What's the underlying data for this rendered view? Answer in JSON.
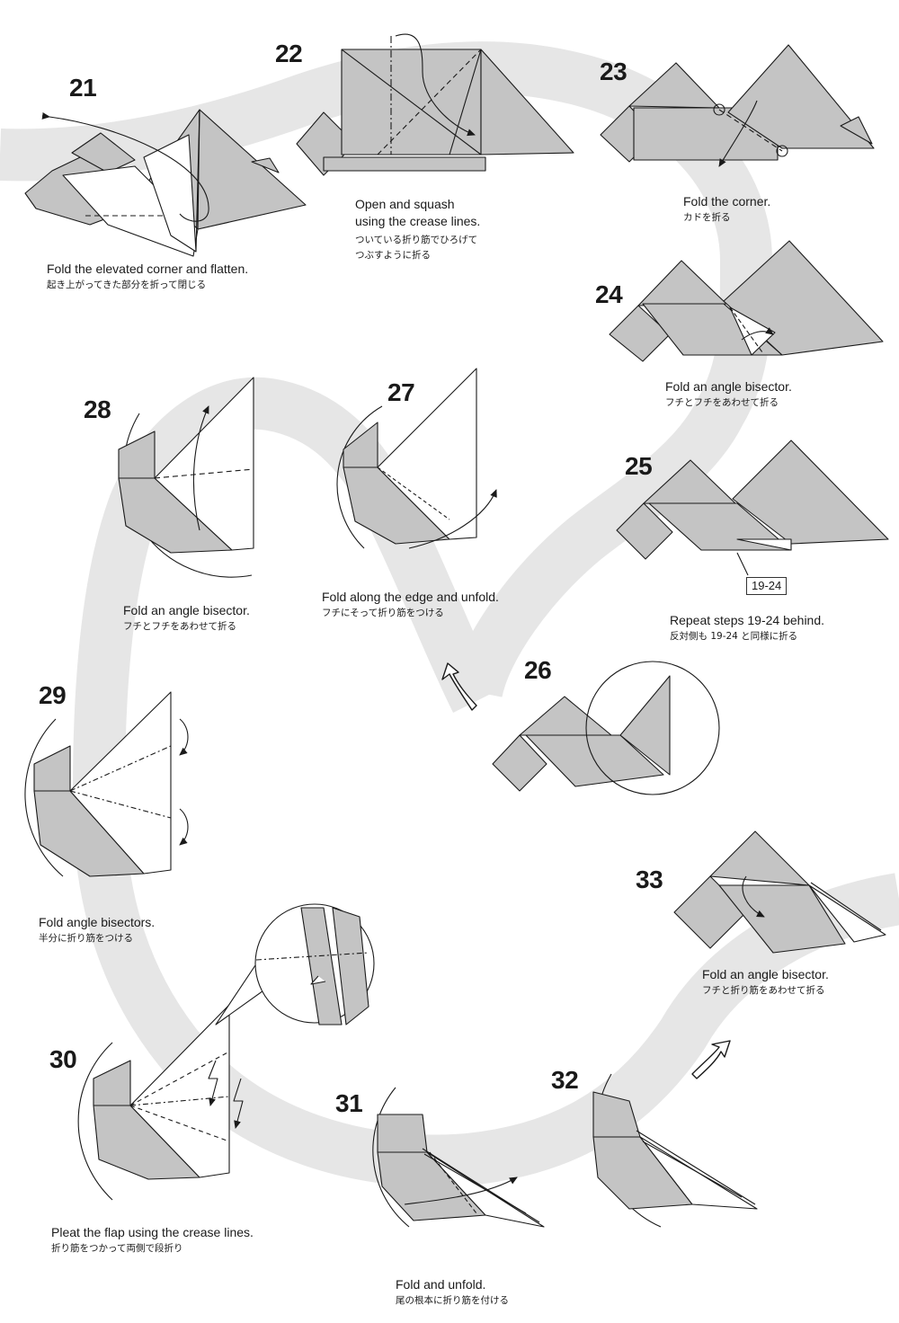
{
  "colors": {
    "paper_gray": "#c4c4c4",
    "paper_white": "#ffffff",
    "flow_band": "#e6e6e6",
    "ink": "#1a1a1a"
  },
  "steps": [
    {
      "number": "21",
      "caption_en": "Fold the elevated corner and flatten.",
      "caption_jp": "起き上がってきた部分を折って閉じる"
    },
    {
      "number": "22",
      "caption_en": [
        "Open and squash",
        "using the crease lines."
      ],
      "caption_jp": [
        "ついている折り筋でひろげて",
        "つぶすように折る"
      ]
    },
    {
      "number": "23",
      "caption_en": "Fold the corner.",
      "caption_jp": "カドを折る"
    },
    {
      "number": "24",
      "caption_en": "Fold an angle bisector.",
      "caption_jp": "フチとフチをあわせて折る"
    },
    {
      "number": "25",
      "caption_en": "Repeat steps 19-24 behind.",
      "caption_jp": "反対側も 19-24 と同様に折る",
      "ref_label": "19-24"
    },
    {
      "number": "26"
    },
    {
      "number": "27",
      "caption_en": "Fold along the edge and unfold.",
      "caption_jp": "フチにそって折り筋をつける"
    },
    {
      "number": "28",
      "caption_en": "Fold an angle bisector.",
      "caption_jp": "フチとフチをあわせて折る"
    },
    {
      "number": "29",
      "caption_en": "Fold angle bisectors.",
      "caption_jp": "半分に折り筋をつける"
    },
    {
      "number": "30",
      "caption_en": "Pleat the flap using the crease lines.",
      "caption_jp": "折り筋をつかって両側で段折り"
    },
    {
      "number": "31",
      "caption_en": "Fold and unfold.",
      "caption_jp": "尾の根本に折り筋を付ける"
    },
    {
      "number": "32"
    },
    {
      "number": "33",
      "caption_en": "Fold an angle bisector.",
      "caption_jp": "フチと折り筋をあわせて折る"
    }
  ]
}
